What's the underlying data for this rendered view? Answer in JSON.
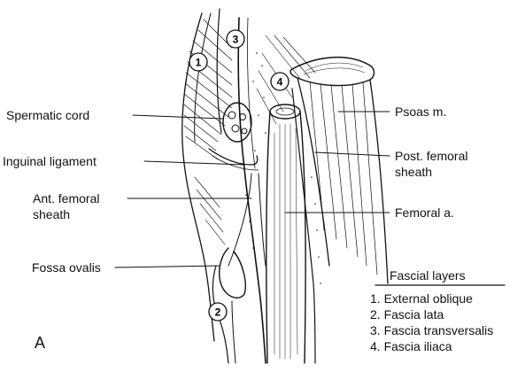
{
  "labels": {
    "spermatic_cord": "Spermatic cord",
    "inguinal_ligament": "Inguinal ligament",
    "ant_femoral_sheath_line1": "Ant. femoral",
    "ant_femoral_sheath_line2": "sheath",
    "fossa_ovalis": "Fossa ovalis",
    "psoas": "Psoas m.",
    "post_femoral_sheath_line1": "Post. femoral",
    "post_femoral_sheath_line2": "sheath",
    "femoral_artery": "Femoral a."
  },
  "markers": [
    "1",
    "2",
    "3",
    "4"
  ],
  "legend": {
    "title": "Fascial layers",
    "items": [
      "1.  External oblique",
      "2.  Fascia lata",
      "3.  Fascia transversalis",
      "4.  Fascia iliaca"
    ]
  },
  "panel_letter": "A"
}
